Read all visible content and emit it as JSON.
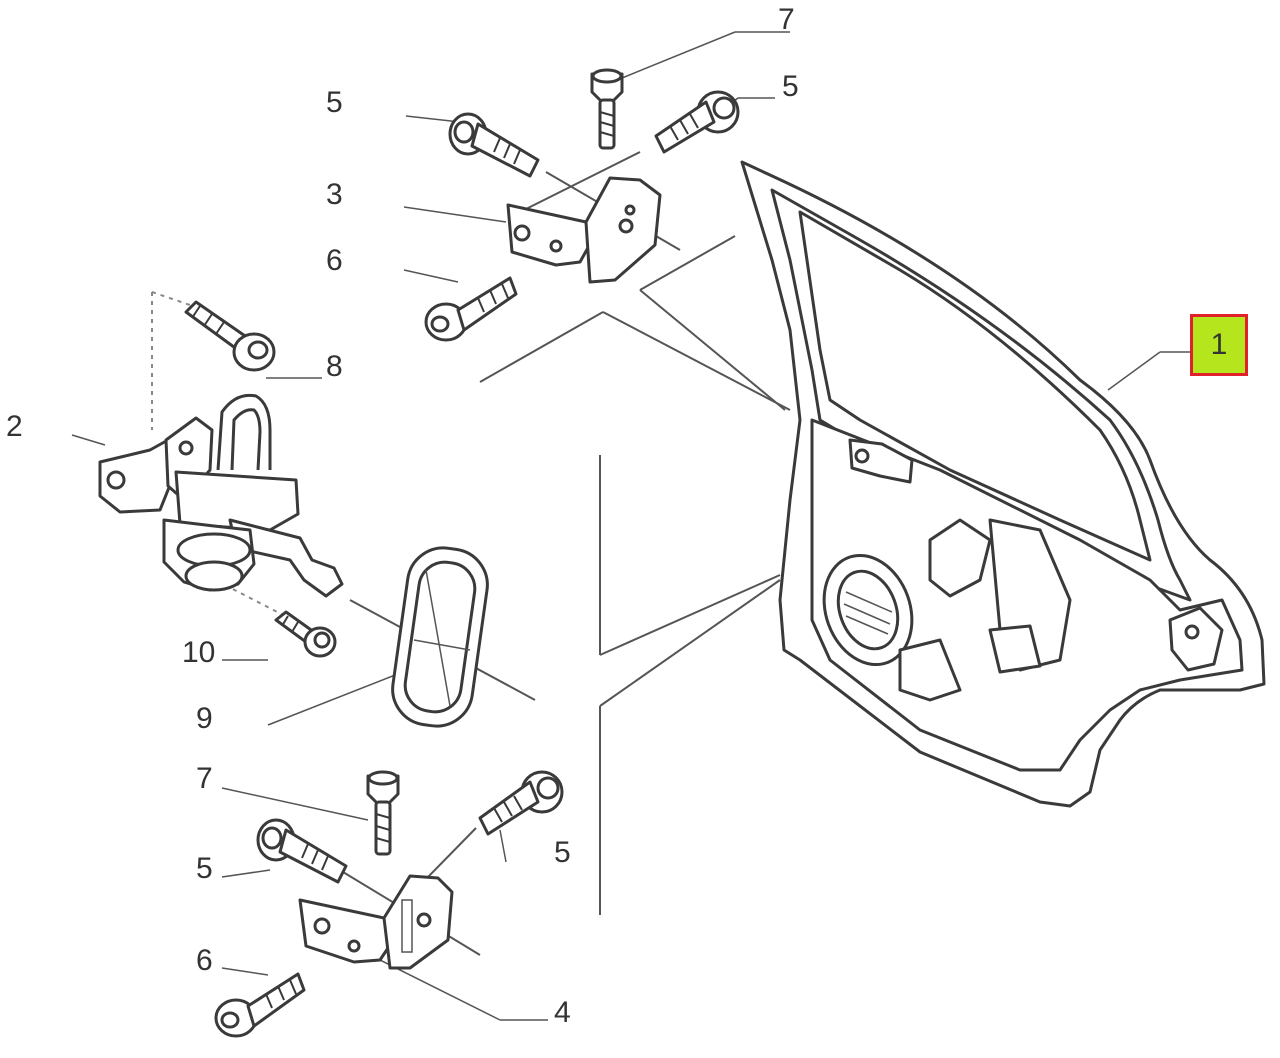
{
  "callouts": {
    "c1": "1",
    "c2": "2",
    "c3": "3",
    "c4": "4",
    "c5a": "5",
    "c5b": "5",
    "c5c": "5",
    "c5d": "5",
    "c6a": "6",
    "c6b": "6",
    "c7a": "7",
    "c7b": "7",
    "c8": "8",
    "c9": "9",
    "c10": "10"
  },
  "highlight": {
    "callout": "1",
    "border_color": "#e0202a",
    "fill_color": "#b5e61d"
  }
}
